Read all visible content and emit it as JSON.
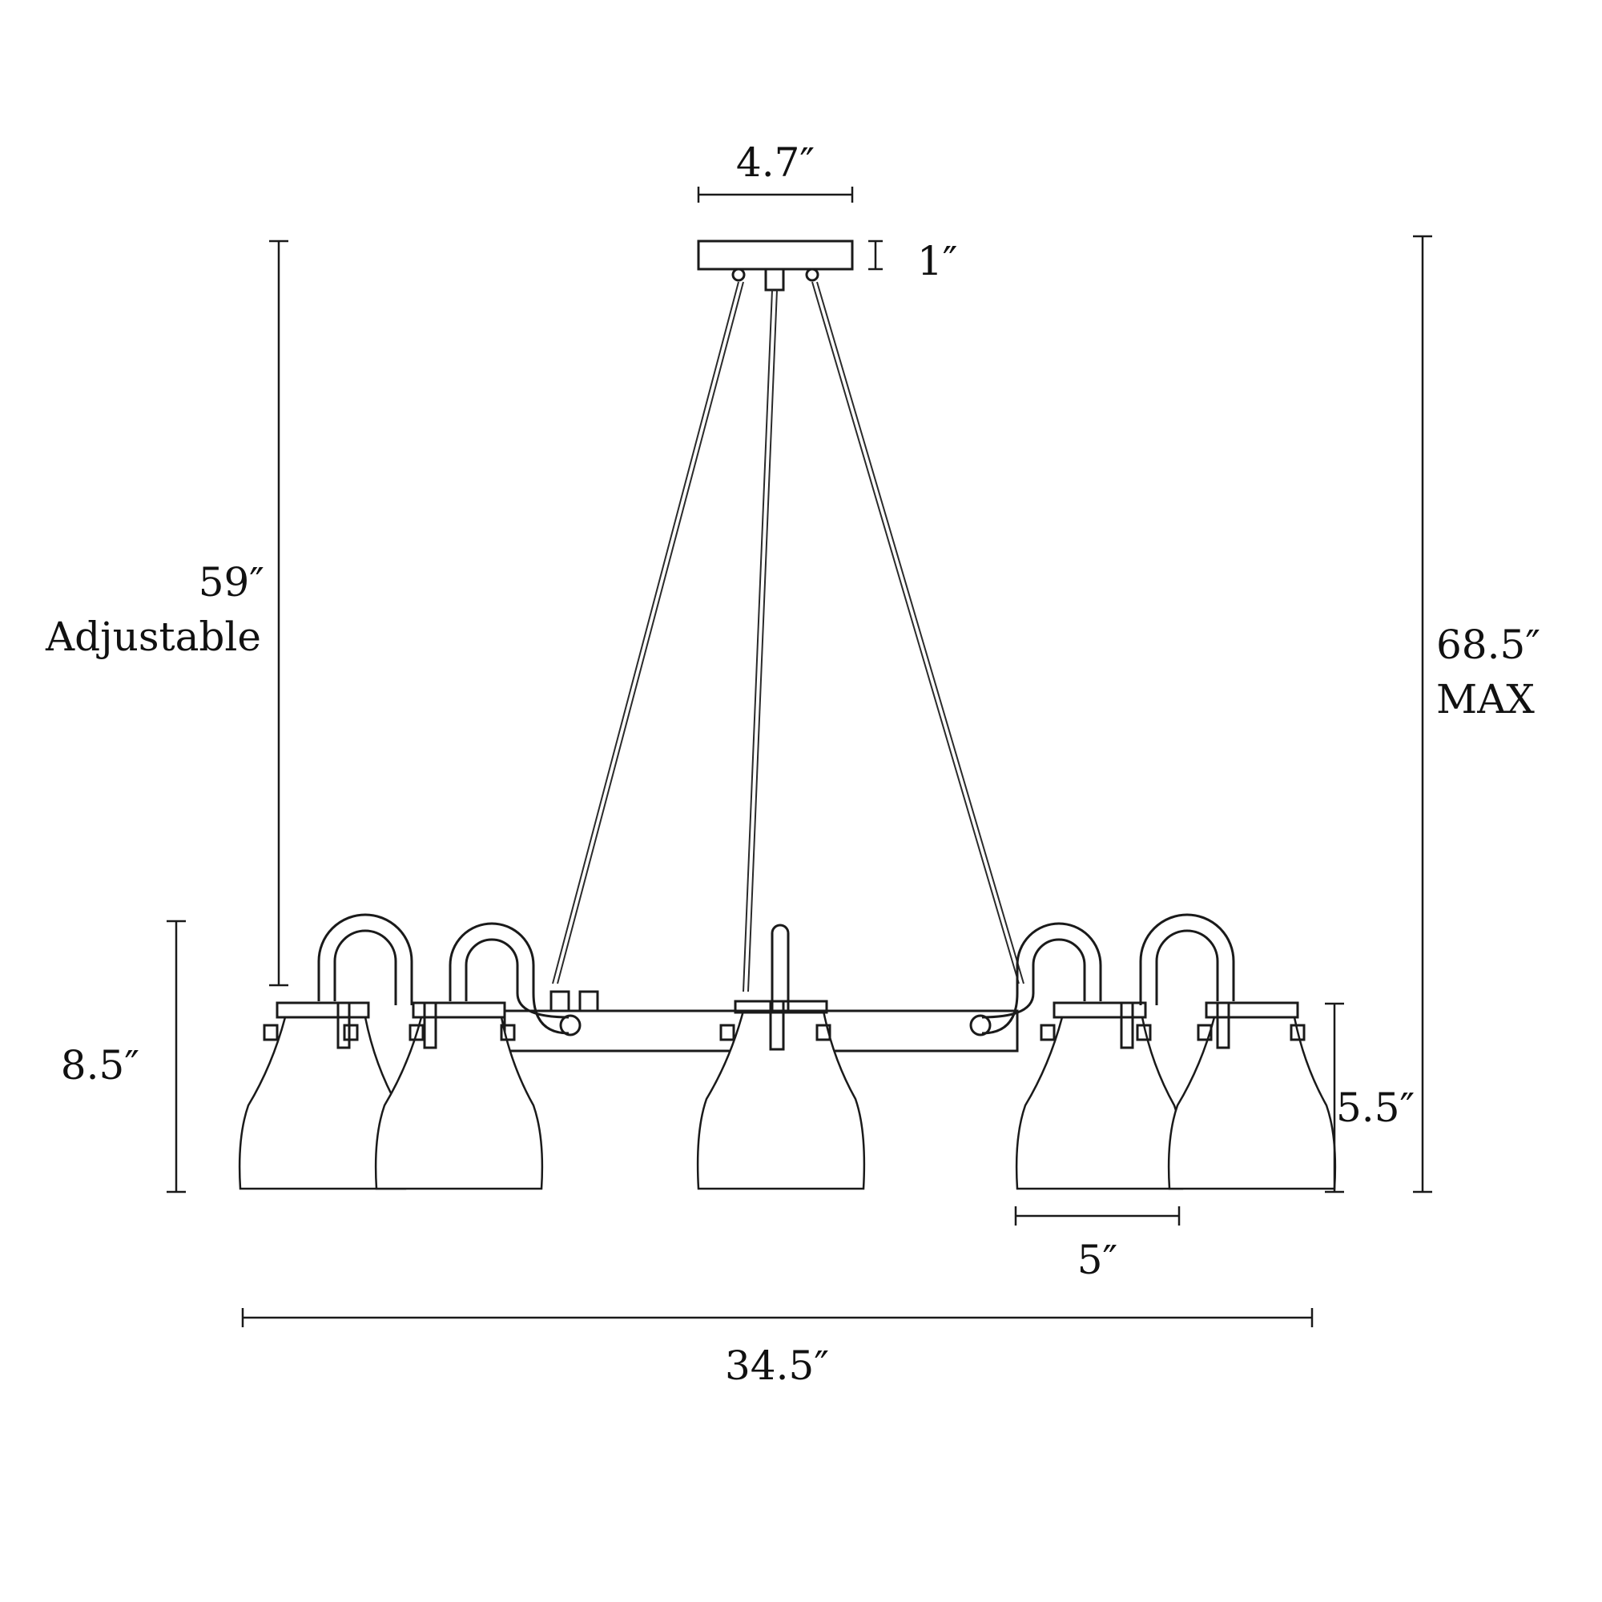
{
  "diagram": {
    "canopy_width": "4.7″",
    "canopy_height": "1″",
    "cable_length": "59″",
    "cable_note": "Adjustable",
    "fixture_height": "8.5″",
    "overall_height": "68.5″",
    "overall_note": "MAX",
    "shade_height": "5.5″",
    "shade_width": "5″",
    "overall_width": "34.5″"
  },
  "colors": {
    "line": "#1a1a1a",
    "background": "#ffffff"
  }
}
